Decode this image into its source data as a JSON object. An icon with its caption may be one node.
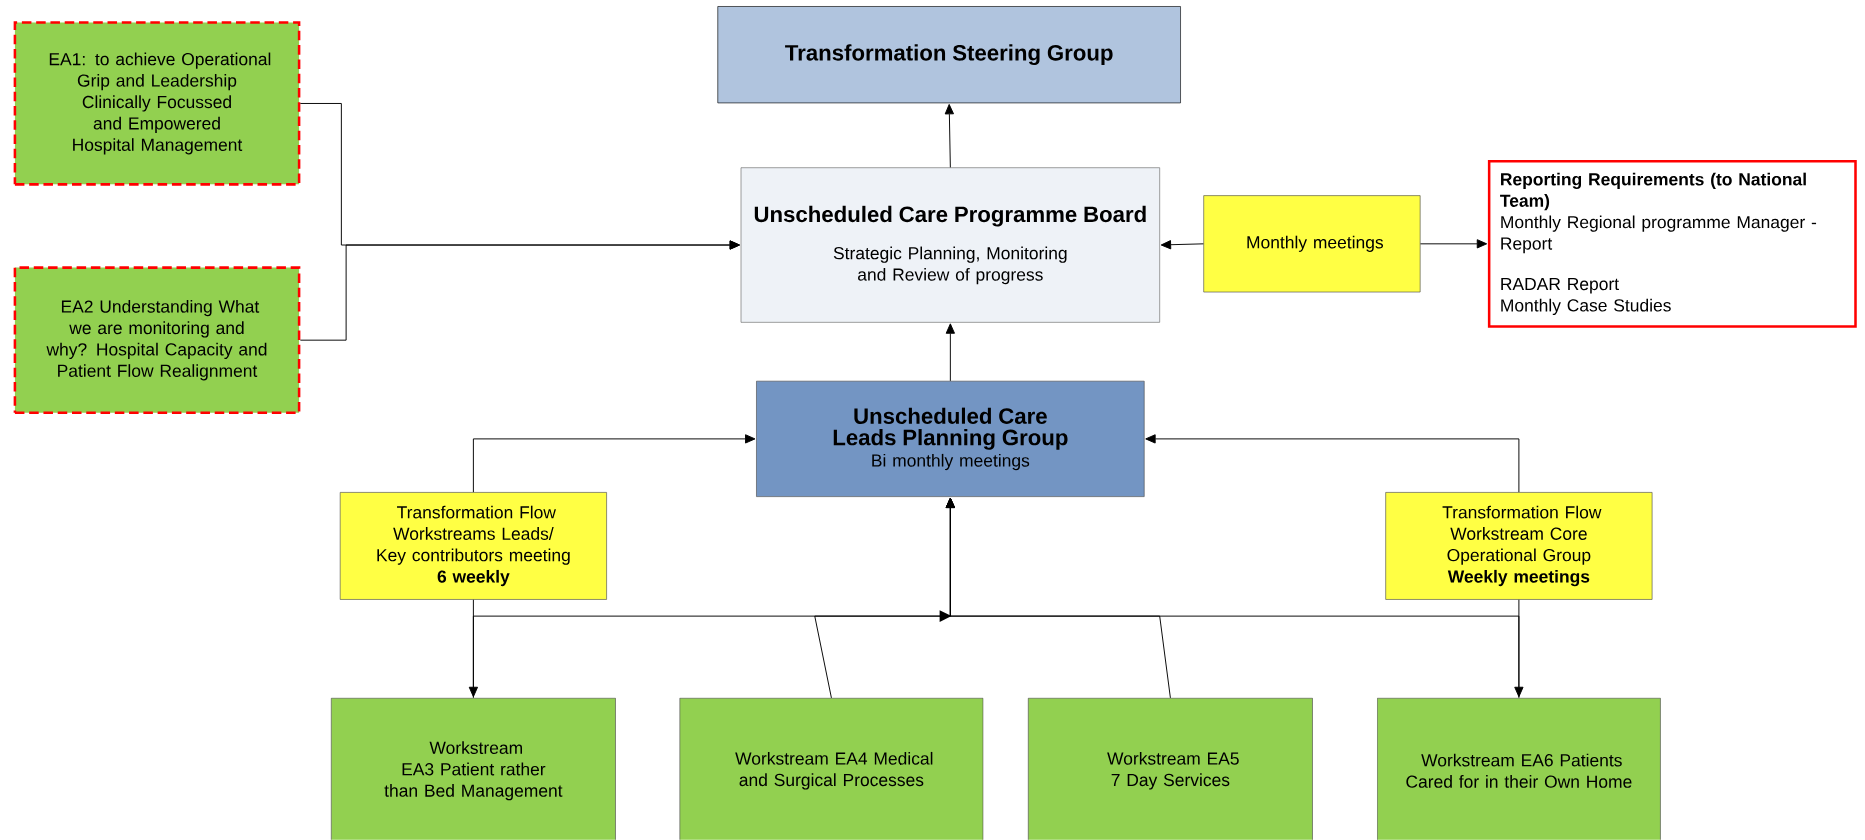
{
  "diagram": {
    "nodes": [
      {
        "text": [
          "Transformation Steering Group"
        ]
      },
      {
        "text": [
          "Unscheduled Care Programme Board",
          "Strategic Planning, Monitoring and Review of progress"
        ]
      },
      {
        "text": [
          "Monthly meetings"
        ]
      },
      {
        "text": [
          "Reporting Requirements (to National Team)",
          "Monthly Regional programme Manager  - Report",
          "RADAR Report",
          "Monthly Case Studies"
        ]
      },
      {
        "text": [
          "EA1: to achieve Operational Grip and Leadership",
          "Clinically Focussed and Empowered Hospital Management"
        ]
      },
      {
        "text": [
          "EA2 Understanding What we are monitoring and why? Hospital Capacity and Patient Flow Realignment"
        ]
      },
      {
        "text": [
          "Unscheduled Care Leads Planning Group",
          "Bi monthly meetings"
        ]
      },
      {
        "text": [
          "Transformation Flow Workstreams Leads/ Key contributors meeting",
          "6 weekly"
        ]
      },
      {
        "text": [
          "Transformation Flow Workstream Core Operational Group",
          "Weekly meetings"
        ]
      },
      {
        "text": [
          "Workstream",
          "EA3 Patient rather than Bed Management"
        ]
      },
      {
        "text": [
          "Workstream EA4 Medical and Surgical Processes"
        ]
      },
      {
        "text": [
          "Workstream EA5 7 Day Services"
        ]
      },
      {
        "text": [
          "Workstream EA6 Patients Cared for in their Own Home"
        ]
      }
    ],
    "edges": [
      {
        "from": 1,
        "to": 0,
        "arrow": "to"
      },
      {
        "from": 6,
        "to": 1,
        "arrow": "to"
      },
      {
        "from": 2,
        "to": 1,
        "arrow": "to"
      },
      {
        "from": 2,
        "to": 3,
        "arrow": "to"
      },
      {
        "from": 4,
        "to": 1,
        "arrow": "to"
      },
      {
        "from": 5,
        "to": 1,
        "arrow": "to"
      },
      {
        "from": 7,
        "to": 6,
        "arrow": "to"
      },
      {
        "from": 8,
        "to": 6,
        "arrow": "to"
      },
      {
        "from": 7,
        "to": 9,
        "arrow": "to"
      },
      {
        "from": 8,
        "to": 12,
        "arrow": "to"
      },
      {
        "from": 9,
        "to": 6,
        "arrow": "to"
      },
      {
        "from": 10,
        "to": 6,
        "arrow": "to"
      },
      {
        "from": 11,
        "to": 6,
        "arrow": "to"
      },
      {
        "from": 12,
        "to": 6,
        "arrow": "to"
      }
    ]
  }
}
